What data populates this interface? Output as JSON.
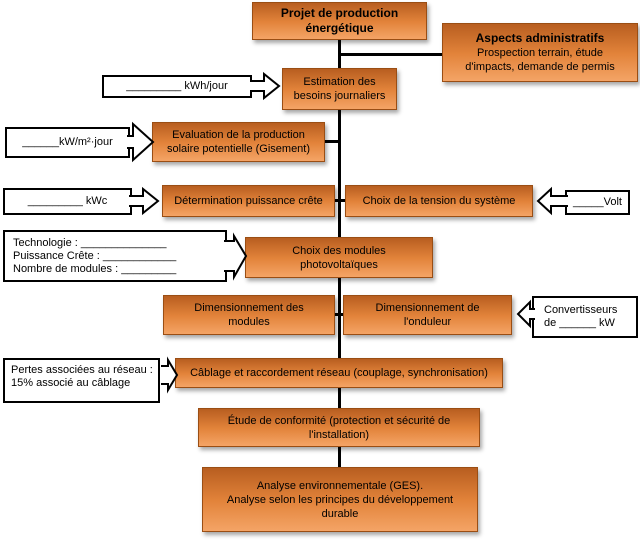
{
  "nodes": {
    "projet": {
      "lines": [
        "Projet de production",
        "énergétique"
      ]
    },
    "aspects": {
      "title": "Aspects administratifs",
      "lines": [
        "Prospection terrain, étude",
        "d'impacts, demande de permis"
      ]
    },
    "estimation": {
      "lines": [
        "Estimation des",
        "besoins journaliers"
      ]
    },
    "evaluation": {
      "lines": [
        "Evaluation de la production",
        "solaire potentielle (Gisement)"
      ]
    },
    "determination": {
      "lines": [
        "Détermination puissance crête"
      ]
    },
    "tension": {
      "lines": [
        "Choix de la tension du système"
      ]
    },
    "choix_modules": {
      "lines": [
        "Choix des modules",
        "photovoltaïques"
      ]
    },
    "dim_modules": {
      "lines": [
        "Dimensionnement des",
        "modules"
      ]
    },
    "dim_onduleur": {
      "lines": [
        "Dimensionnement de",
        "l'onduleur"
      ]
    },
    "cablage": {
      "lines": [
        "Câblage et raccordement réseau (couplage, synchronisation)"
      ]
    },
    "etude": {
      "lines": [
        "Étude de conformité (protection et sécurité de",
        "l'installation)"
      ]
    },
    "analyse": {
      "lines": [
        "Analyse environnementale (GES).",
        "Analyse selon les principes du développement",
        "durable"
      ]
    }
  },
  "callouts": {
    "kwh_jour": {
      "text": "_________ kWh/jour"
    },
    "kw_m2_jour": {
      "text": "______kW/m²·jour"
    },
    "kwc": {
      "text": "_________ kWc"
    },
    "technologie": {
      "lines": [
        "Technologie :  ______________",
        "Puissance Crête :  ____________",
        "Nombre de modules :  _________"
      ]
    },
    "volt": {
      "text": "_____Volt"
    },
    "convertisseurs": {
      "lines": [
        "Convertisseurs",
        "de ______ kW"
      ]
    },
    "pertes": {
      "lines": [
        "Pertes associées au réseau :",
        "15% associé au câblage"
      ]
    }
  },
  "colors": {
    "box_gradient_top": "#b85e20",
    "box_gradient_mid": "#e2833a",
    "box_gradient_bottom": "#f4a466",
    "box_border": "#9a4e14",
    "connector": "#000000",
    "callout_bg": "#ffffff",
    "callout_border": "#000000"
  }
}
